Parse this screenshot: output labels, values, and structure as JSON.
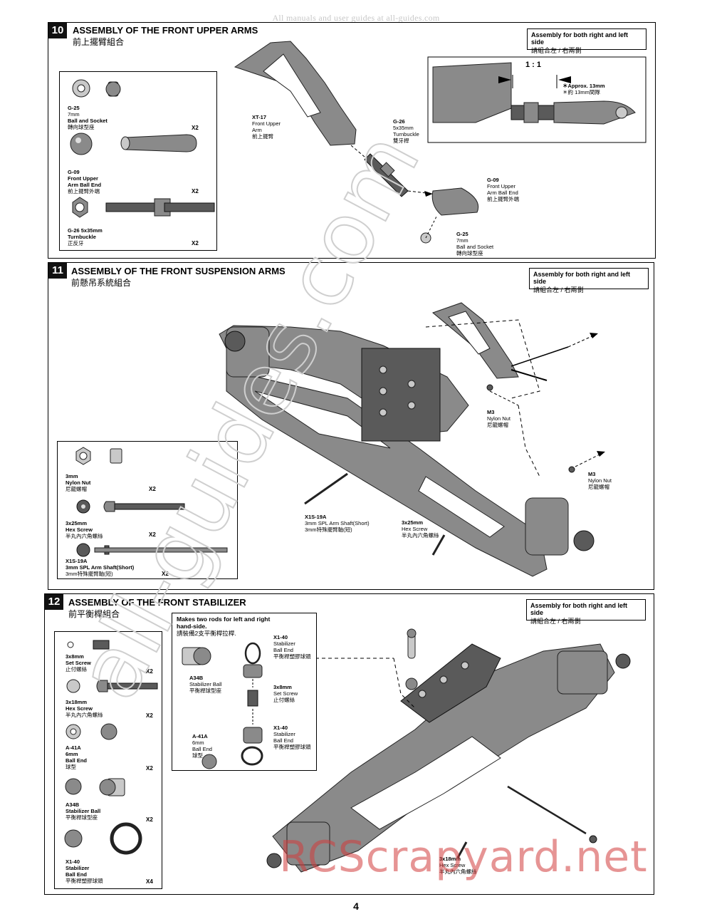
{
  "header_note": "All manuals and user guides at all-guides.com",
  "page_number": "4",
  "watermarks": {
    "diagonal": "all-guides.com",
    "bottom": "RCScrapyard.net"
  },
  "step10": {
    "number": "10",
    "title": "ASSEMBLY OF THE FRONT UPPER  ARMS",
    "subtitle": "前上擺臂組合",
    "side_note": [
      "Assembly for both right and left side",
      "請組合左 / 右兩側"
    ],
    "ratio": "1 : 1",
    "approx": [
      "＊Approx. 13mm",
      "＊約 13mm間隊"
    ],
    "parts": [
      {
        "code": "G-25",
        "lines": [
          "7mm",
          "Ball and Socket"
        ],
        "cn": "轉向球型座",
        "qty": "X2"
      },
      {
        "code": "G-09",
        "lines": [
          "Front Upper",
          "Arm Ball End"
        ],
        "cn": "前上擺臂外端",
        "qty": "X2"
      },
      {
        "code": "G-26   5x35mm",
        "lines": [
          "Turnbuckle"
        ],
        "cn": "正反牙",
        "qty": "X2"
      }
    ],
    "callouts": [
      {
        "code": "XT-17",
        "lines": [
          "Front Upper",
          "Arm"
        ],
        "cn": "前上擺臂"
      },
      {
        "code": "G-26",
        "lines": [
          "5x35mm",
          "Turnbuckle"
        ],
        "cn": "雙牙桿"
      },
      {
        "code": "G-09",
        "lines": [
          "Front Upper",
          "Arm Ball End"
        ],
        "cn": "前上擺臂外端"
      },
      {
        "code": "G-25",
        "lines": [
          "7mm",
          "Ball and Socket"
        ],
        "cn": "轉向球型座"
      }
    ]
  },
  "step11": {
    "number": "11",
    "title": "ASSEMBLY OF THE FRONT SUSPENSION ARMS",
    "subtitle": "前懸吊系統組合",
    "side_note": [
      "Assembly for both right and left side",
      "請組合左 / 右兩側"
    ],
    "parts": [
      {
        "code": "3mm",
        "lines": [
          "Nylon Nut"
        ],
        "cn": "尼龍螺帽",
        "qty": "X2"
      },
      {
        "code": "3x25mm",
        "lines": [
          "Hex Screw"
        ],
        "cn": "半丸內六角螺絲",
        "qty": "X2"
      },
      {
        "code": "X1S-19A",
        "lines": [
          "3mm SPL Arm Shaft(Short)"
        ],
        "cn": "3mm特殊擺臂軸(短)",
        "qty": "X2"
      }
    ],
    "callouts": [
      {
        "code": "M3",
        "lines": [
          "Nylon Nut"
        ],
        "cn": "尼龍螺帽"
      },
      {
        "code": "M3",
        "lines": [
          "Nylon Nut"
        ],
        "cn": "尼龍螺帽"
      },
      {
        "code": "X1S-19A",
        "lines": [
          "3mm SPL Arm Shaft(Short)"
        ],
        "cn": "3mm特殊擺臂軸(短)"
      },
      {
        "code": "3x25mm",
        "lines": [
          "Hex Screw"
        ],
        "cn": "半丸內六角螺絲"
      }
    ]
  },
  "step12": {
    "number": "12",
    "title": "ASSEMBLY OF THE FRONT STABILIZER",
    "subtitle": "前平衡桿組合",
    "side_note": [
      "Assembly for both right and left side",
      "請組合左 / 右兩側"
    ],
    "inset_note": [
      "Makes two rods for left and right",
      "hand-side.",
      "請裝備2支平衡桿拉桿."
    ],
    "parts": [
      {
        "code": "3x8mm",
        "lines": [
          "Set Screw"
        ],
        "cn": "止付螺絲",
        "qty": "X2"
      },
      {
        "code": "3x18mm",
        "lines": [
          "Hex Screw"
        ],
        "cn": "半丸內六角螺絲",
        "qty": "X2"
      },
      {
        "code": "A-41A",
        "lines": [
          "6mm",
          "Ball End"
        ],
        "cn": "球型",
        "qty": "X2"
      },
      {
        "code": "A34B",
        "lines": [
          "Stabilizer Ball"
        ],
        "cn": "平衡桿球型座",
        "qty": "X2"
      },
      {
        "code": "X1-40",
        "lines": [
          "Stabilizer",
          "Ball End"
        ],
        "cn": "平衡桿塑膠球頭",
        "qty": "X4"
      }
    ],
    "inset_callouts": [
      {
        "code": "X1-40",
        "lines": [
          "Stabilizer",
          "Ball End"
        ],
        "cn": "平衡桿塑膠球頭"
      },
      {
        "code": "A34B",
        "lines": [
          "Stabilizer Ball"
        ],
        "cn": "平衡桿球型座"
      },
      {
        "code": "3x8mm",
        "lines": [
          "Set Screw"
        ],
        "cn": "止付螺絲"
      },
      {
        "code": "X1-40",
        "lines": [
          "Stabilizer",
          "Ball End"
        ],
        "cn": "平衡桿塑膠球頭"
      },
      {
        "code": "A-41A",
        "lines": [
          "6mm",
          "Ball End"
        ],
        "cn": "球型"
      }
    ],
    "callouts": [
      {
        "code": "3x18mm",
        "lines": [
          "Hex Screw"
        ],
        "cn": "半丸內六角螺絲"
      }
    ]
  }
}
